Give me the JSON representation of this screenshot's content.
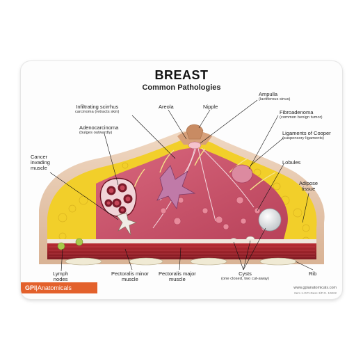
{
  "title": "BREAST",
  "subtitle": "Common Pathologies",
  "labels": {
    "infiltrating": {
      "main": "Infiltrating scirrhus",
      "sub": "carcinoma (retracts skin)"
    },
    "areola": {
      "main": "Areola"
    },
    "nipple": {
      "main": "Nipple"
    },
    "ampulla": {
      "main": "Ampulla",
      "sub": "(lactiferous sinus)"
    },
    "fibroadenoma": {
      "main": "Fibroadenoma",
      "sub": "(common benign tumor)"
    },
    "cooper": {
      "main": "Ligaments of Cooper",
      "sub": "(suspensory ligaments)"
    },
    "adenocarcinoma": {
      "main": "Adenocarcinoma",
      "sub": "(bulges outwardly)"
    },
    "cancer": {
      "line1": "Cancer",
      "line2": "invading",
      "line3": "muscle"
    },
    "lobules": {
      "main": "Lobules"
    },
    "adipose": {
      "line1": "Adipose",
      "line2": "tissue"
    },
    "lymph": {
      "line1": "Lymph",
      "line2": "nodes"
    },
    "pect_minor": {
      "line1": "Pectoralis minor",
      "line2": "muscle"
    },
    "pect_major": {
      "line1": "Pectoralis major",
      "line2": "muscle"
    },
    "cysts": {
      "main": "Cysts",
      "sub": "(one closed, two cut-away)"
    },
    "rib": {
      "main": "Rib"
    }
  },
  "footer": {
    "brand_bold": "GPI",
    "brand_rest": "Anatomicals",
    "url": "www.gpianatomicals.com",
    "sku": "Item 1-GPI-Desc 3/P.G. 10022"
  },
  "colors": {
    "skin": "#e9cbb0",
    "fat": "#f2cf2a",
    "gland": "#c9536a",
    "muscle": "#9c2229",
    "tumor": "#7a1a2a",
    "brand": "#e3612c"
  }
}
